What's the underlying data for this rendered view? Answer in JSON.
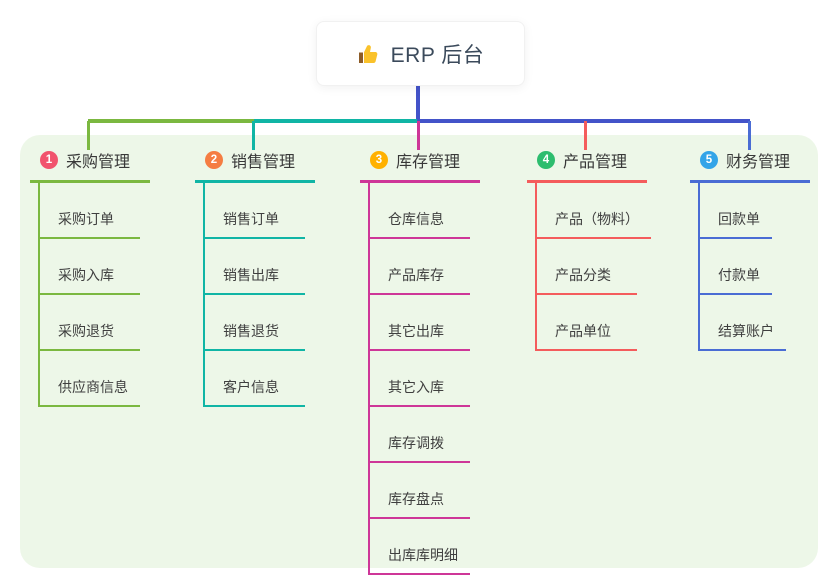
{
  "root": {
    "title": "ERP 后台",
    "icon": "thumbs-up-icon"
  },
  "branches": [
    {
      "index": "1",
      "title": "采购管理",
      "color": "#7bb840",
      "badge_color": "#f1536d",
      "items": [
        "采购订单",
        "采购入库",
        "采购退货",
        "供应商信息"
      ]
    },
    {
      "index": "2",
      "title": "销售管理",
      "color": "#10b5a5",
      "badge_color": "#f57d42",
      "items": [
        "销售订单",
        "销售出库",
        "销售退货",
        "客户信息"
      ]
    },
    {
      "index": "3",
      "title": "库存管理",
      "color": "#ce3698",
      "badge_color": "#ffb100",
      "items": [
        "仓库信息",
        "产品库存",
        "其它出库",
        "其它入库",
        "库存调拨",
        "库存盘点",
        "出库库明细"
      ]
    },
    {
      "index": "4",
      "title": "产品管理",
      "color": "#f45c5c",
      "badge_color": "#2dbd6e",
      "items": [
        "产品（物料）",
        "产品分类",
        "产品单位"
      ]
    },
    {
      "index": "5",
      "title": "财务管理",
      "color": "#4a6cd4",
      "badge_color": "#33a4e8",
      "items": [
        "回款单",
        "付款单",
        "结算账户"
      ]
    }
  ],
  "colors": {
    "connector": "#4353c9",
    "panel_bg": "#edf7e8",
    "thumb_yellow": "#fac22b",
    "thumb_cuff": "#8d5c28"
  }
}
